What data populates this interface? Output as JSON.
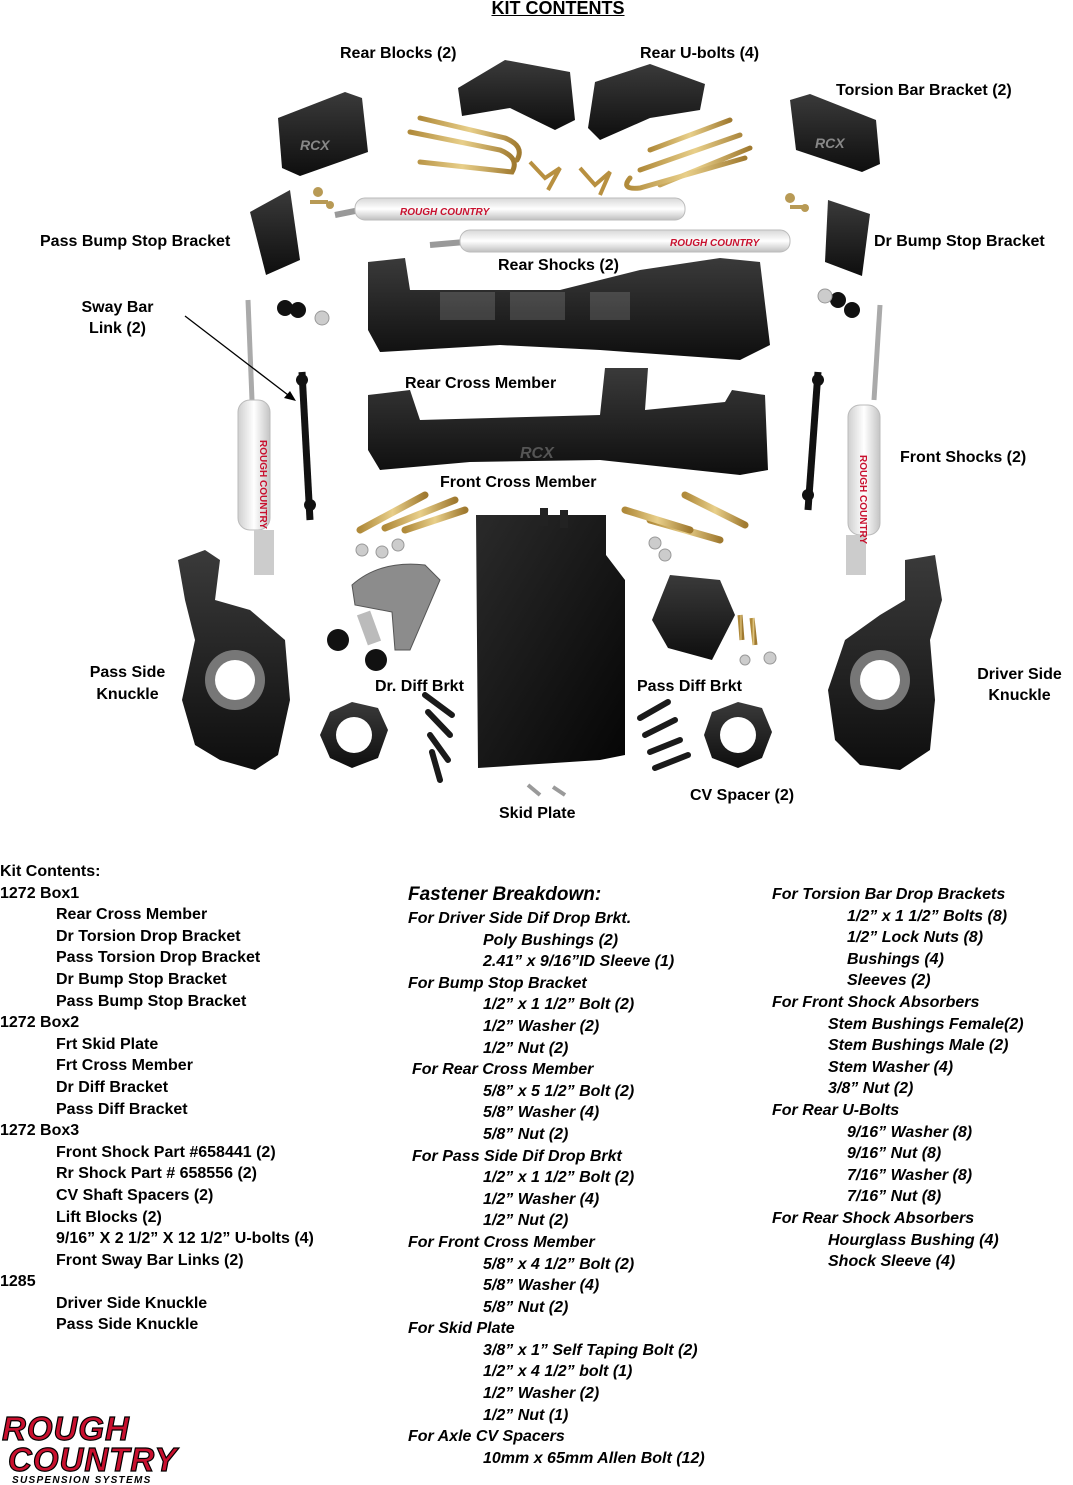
{
  "title": "KIT CONTENTS",
  "labels": {
    "rear_blocks": "Rear Blocks (2)",
    "rear_ubolts": "Rear U-bolts (4)",
    "torsion_bar_bracket": "Torsion Bar Bracket (2)",
    "pass_bump_stop": "Pass Bump Stop Bracket",
    "dr_bump_stop": "Dr Bump Stop Bracket",
    "rear_shocks": "Rear Shocks (2)",
    "sway_bar_1": "Sway Bar",
    "sway_bar_2": "Link (2)",
    "rear_cross_member": "Rear Cross Member",
    "front_shocks": "Front  Shocks (2)",
    "front_cross_member": "Front Cross Member",
    "pass_knuckle_1": "Pass  Side",
    "pass_knuckle_2": "Knuckle",
    "dr_diff": "Dr. Diff Brkt",
    "pass_diff": "Pass Diff Brkt",
    "driver_knuckle_1": "Driver Side",
    "driver_knuckle_2": "Knuckle",
    "cv_spacer": "CV Spacer (2)",
    "skid_plate": "Skid Plate",
    "shock_brand": "ROUGH COUNTRY",
    "rcx": "RCX"
  },
  "kit_contents": {
    "heading": "Kit Contents:",
    "rows": [
      {
        "text": "1272  Box1",
        "indent": 0
      },
      {
        "text": "Rear Cross Member",
        "indent": 1
      },
      {
        "text": "Dr Torsion Drop Bracket",
        "indent": 1
      },
      {
        "text": "Pass Torsion Drop Bracket",
        "indent": 1
      },
      {
        "text": "Dr Bump Stop Bracket",
        "indent": 1
      },
      {
        "text": "Pass Bump Stop Bracket",
        "indent": 1
      },
      {
        "text": "1272 Box2",
        "indent": 0
      },
      {
        "text": "Frt Skid Plate",
        "indent": 1
      },
      {
        "text": "Frt Cross Member",
        "indent": 1
      },
      {
        "text": "Dr Diff Bracket",
        "indent": 1
      },
      {
        "text": "Pass Diff Bracket",
        "indent": 1
      },
      {
        "text": "1272 Box3",
        "indent": 0
      },
      {
        "text": "Front Shock Part #658441 (2)",
        "indent": 1
      },
      {
        "text": "Rr Shock Part # 658556 (2)",
        "indent": 1
      },
      {
        "text": "CV Shaft Spacers (2)",
        "indent": 1
      },
      {
        "text": "Lift Blocks (2)",
        "indent": 1
      },
      {
        "text": "9/16” X 2 1/2” X 12 1/2” U-bolts (4)",
        "indent": 1
      },
      {
        "text": "Front Sway Bar Links (2)",
        "indent": 1
      },
      {
        "text": "1285",
        "indent": 0
      },
      {
        "text": "Driver Side Knuckle",
        "indent": 1
      },
      {
        "text": "Pass Side Knuckle",
        "indent": 1
      }
    ]
  },
  "fastener_breakdown": {
    "heading": "Fastener Breakdown:",
    "rows": [
      {
        "text": "For Driver Side Dif Drop Brkt.",
        "indent": 0
      },
      {
        "text": "Poly Bushings (2)",
        "indent": 1
      },
      {
        "text": "2.41” x 9/16”ID Sleeve (1)",
        "indent": 1
      },
      {
        "text": "For Bump Stop Bracket",
        "indent": 0
      },
      {
        "text": "1/2” x 1 1/2” Bolt (2)",
        "indent": 1
      },
      {
        "text": "1/2” Washer (2)",
        "indent": 1
      },
      {
        "text": "1/2” Nut (2)",
        "indent": 1
      },
      {
        "text": "For Rear Cross Member",
        "indent": 4
      },
      {
        "text": "5/8” x 5 1/2” Bolt (2)",
        "indent": 1
      },
      {
        "text": "5/8” Washer (4)",
        "indent": 1
      },
      {
        "text": "5/8” Nut (2)",
        "indent": 1
      },
      {
        "text": "For Pass Side Dif Drop Brkt",
        "indent": 4
      },
      {
        "text": "1/2” x 1 1/2” Bolt (2)",
        "indent": 1
      },
      {
        "text": "1/2” Washer (4)",
        "indent": 1
      },
      {
        "text": "1/2” Nut (2)",
        "indent": 1
      },
      {
        "text": "For Front Cross Member",
        "indent": 0
      },
      {
        "text": "5/8” x 4 1/2” Bolt (2)",
        "indent": 1
      },
      {
        "text": "5/8” Washer (4)",
        "indent": 1
      },
      {
        "text": "5/8” Nut (2)",
        "indent": 1
      },
      {
        "text": "For Skid Plate",
        "indent": 0
      },
      {
        "text": "3/8” x 1” Self Taping Bolt (2)",
        "indent": 1
      },
      {
        "text": "1/2” x 4 1/2” bolt (1)",
        "indent": 1
      },
      {
        "text": "1/2” Washer (2)",
        "indent": 1
      },
      {
        "text": "1/2” Nut (1)",
        "indent": 1
      },
      {
        "text": "For Axle CV Spacers",
        "indent": 0
      },
      {
        "text": "10mm x 65mm Allen Bolt  (12)",
        "indent": 1
      }
    ]
  },
  "fastener_right": {
    "rows": [
      {
        "text": "For Torsion Bar Drop Brackets",
        "indent": 0
      },
      {
        "text": "1/2” x 1 1/2” Bolts (8)",
        "indent": 1
      },
      {
        "text": "1/2” Lock Nuts (8)",
        "indent": 1
      },
      {
        "text": "Bushings (4)",
        "indent": 1
      },
      {
        "text": "Sleeves (2)",
        "indent": 1
      },
      {
        "text": "For Front Shock Absorbers",
        "indent": 0
      },
      {
        "text": "Stem Bushings Female(2)",
        "indent": 2
      },
      {
        "text": "Stem Bushings Male (2)",
        "indent": 2
      },
      {
        "text": "Stem Washer (4)",
        "indent": 2
      },
      {
        "text": "3/8” Nut (2)",
        "indent": 2
      },
      {
        "text": "For Rear U-Bolts",
        "indent": 0
      },
      {
        "text": "9/16” Washer (8)",
        "indent": 1
      },
      {
        "text": "9/16” Nut (8)",
        "indent": 1
      },
      {
        "text": "7/16” Washer (8)",
        "indent": 1
      },
      {
        "text": "7/16” Nut (8)",
        "indent": 1
      },
      {
        "text": "For Rear Shock Absorbers",
        "indent": 0
      },
      {
        "text": "Hourglass Bushing (4)",
        "indent": 2
      },
      {
        "text": "Shock Sleeve (4)",
        "indent": 2
      }
    ]
  },
  "logo": {
    "line1": "ROUGH",
    "line2": "COUNTRY",
    "line3": "SUSPENSION SYSTEMS",
    "color": "#c8102e"
  }
}
